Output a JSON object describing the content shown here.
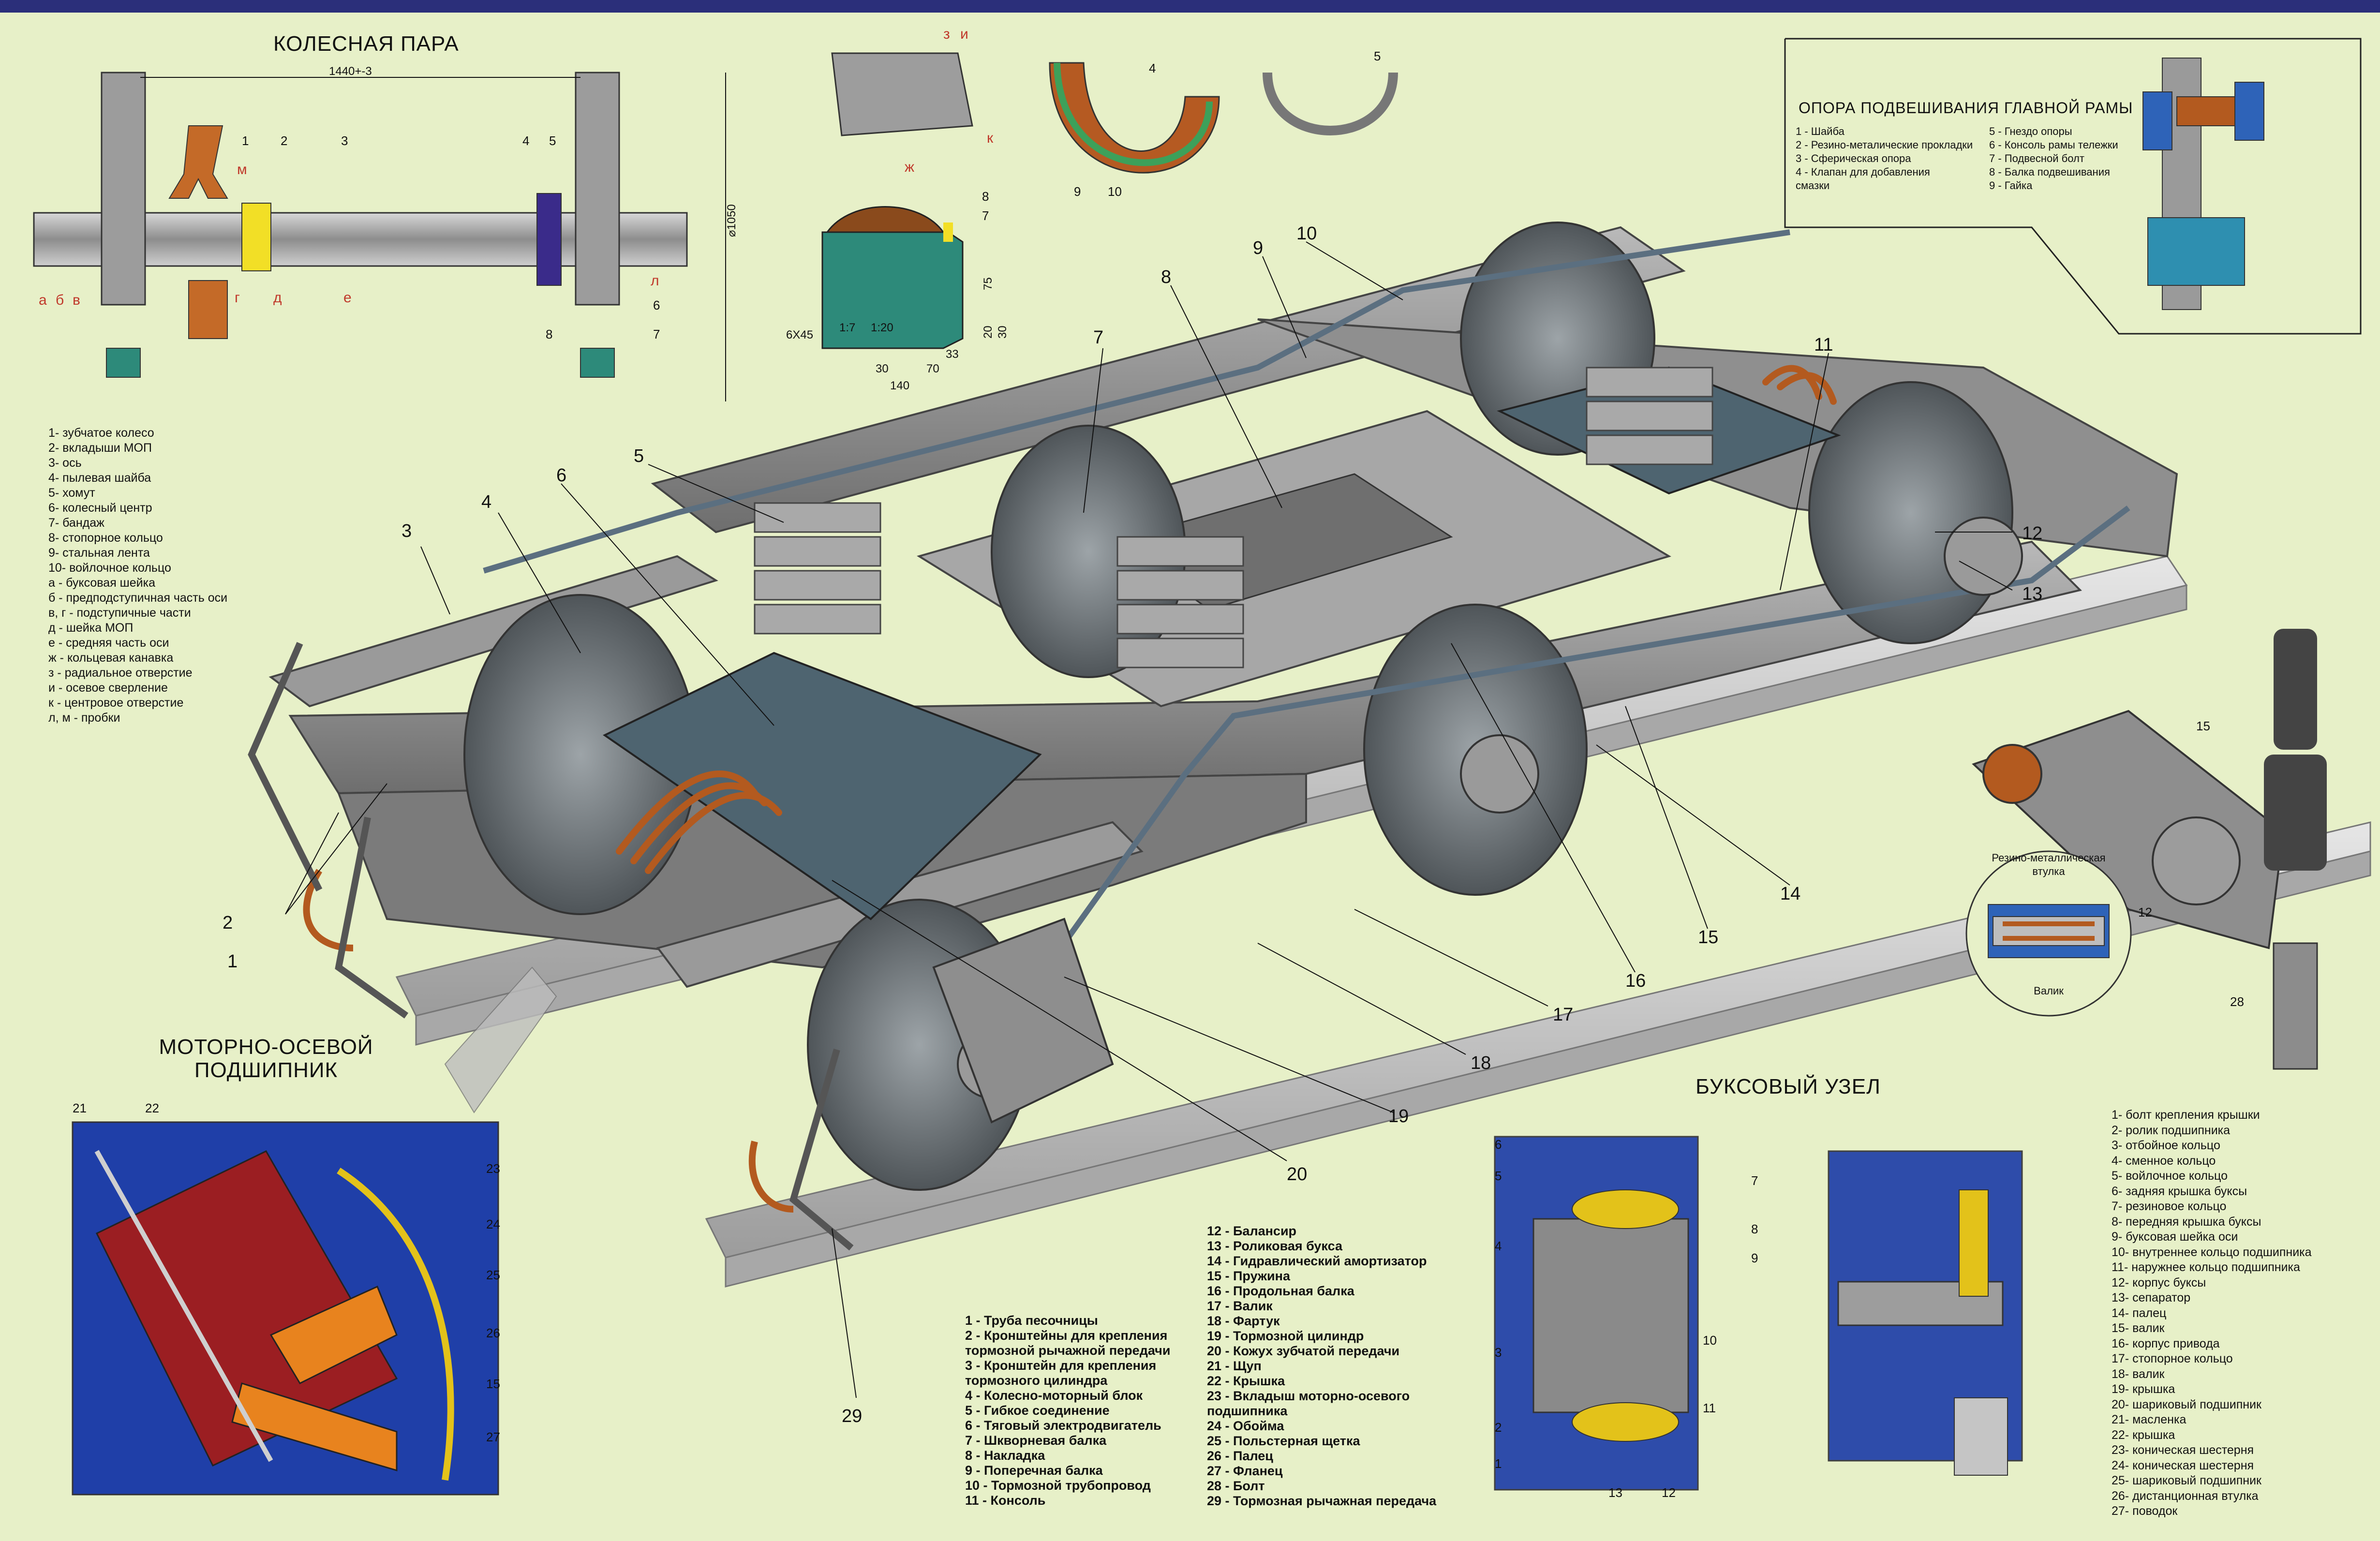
{
  "titles": {
    "wheelset": "КОЛЕСНАЯ ПАРА",
    "motor_bearing_line1": "МОТОРНО-ОСЕВОЙ",
    "motor_bearing_line2": "ПОДШИПНИК",
    "axle_box": "БУКСОВЫЙ УЗЕЛ",
    "suspension": "ОПОРА ПОДВЕШИВАНИЯ ГЛАВНОЙ РАМЫ"
  },
  "wheelset_legend": [
    "1- зубчатое колесо",
    "2- вкладыши МОП",
    "3- ось",
    "4- пылевая шайба",
    "5- хомут",
    "6- колесный центр",
    "7- бандаж",
    "8- стопорное кольцо",
    "9- стальная лента",
    "10- войлочное кольцо",
    " а - буксовая шейка",
    " б - предподступичная часть оси",
    " в, г - подступичные части",
    " д - шейка МОП",
    " е - средняя часть оси",
    " ж - кольцевая канавка",
    " з - радиальное отверстие",
    " и - осевое сверление",
    " к - центровое отверстие",
    " л, м - пробки"
  ],
  "main_legend_col1": [
    "1 - Труба песочницы",
    "2 - Кронштейны для крепления",
    "     тормозной рычажной передачи",
    "3 - Кронштейн для крепления",
    "     тормозного цилиндра",
    "4 - Колесно-моторный блок",
    "5 - Гибкое соединение",
    "6 - Тяговый электродвигатель",
    "7 - Шкворневая балка",
    "8 - Накладка",
    "9 - Поперечная балка",
    "10 - Тормозной трубопровод",
    "11 - Консоль"
  ],
  "main_legend_col2": [
    "12 - Балансир",
    "13 - Роликовая букса",
    "14 - Гидравлический амортизатор",
    "15 - Пружина",
    "16 - Продольная балка",
    "17 - Валик",
    "18 - Фартук",
    "19 - Тормозной цилиндр",
    "20 - Кожух зубчатой передачи",
    "21 - Щуп",
    "22 - Крышка",
    "23 - Вкладыш моторно-осевого",
    "       подшипника",
    "24 - Обойма",
    "25 - Польстерная щетка",
    "26 - Палец",
    "27 - Фланец",
    "28 - Болт",
    "29 - Тормозная рычажная передача"
  ],
  "axlebox_legend": [
    "1- болт крепления крышки",
    "2- ролик подшипника",
    "3- отбойное кольцо",
    "4- сменное кольцо",
    "5- войлочное кольцо",
    "6- задняя крышка буксы",
    "7- резиновое кольцо",
    "8- передняя крышка буксы",
    "9- буксовая шейка оси",
    "10- внутреннее кольцо подшипника",
    "11- наружнее кольцо подшипника",
    "12- корпус буксы",
    "13- сепаратор",
    "14- палец",
    "15- валик",
    "16- корпус привода",
    "17- стопорное кольцо",
    "18- валик",
    "19- крышка",
    "20- шариковый подшипник",
    "21- масленка",
    "22- крышка",
    "23- коническая шестерня",
    "24- коническая шестерня",
    "25- шариковый подшипник",
    "26- дистанционная втулка",
    "27- поводок"
  ],
  "suspension_legend_col1": [
    "1 - Шайба",
    "2 - Резино-металические прокладки",
    "3 - Сферическая опора",
    "4 - Клапан для добавления",
    "     смазки"
  ],
  "suspension_legend_col2": [
    "5 - Гнездо опоры",
    "6 - Консоль рамы тележки",
    "7 - Подвесной болт",
    "8 - Балка подвешивания",
    "9 - Гайка"
  ],
  "rubber_bushing": {
    "line1": "Резино-металлическая",
    "line2": "втулка",
    "pin": "Валик"
  },
  "dimensions": {
    "track": "1440+-3",
    "wheel_dia": "⌀1050",
    "chamfer": "6X45",
    "r17": "1:7",
    "r120": "1:20",
    "d30": "30",
    "d70": "70",
    "d140": "140",
    "d33": "33",
    "d75": "75",
    "d20": "20",
    "d30b": "30"
  },
  "wheel_letters": [
    "а",
    "б",
    "в",
    "г",
    "д",
    "е",
    "ж",
    "з",
    "и",
    "к",
    "л",
    "м"
  ],
  "callouts": {
    "c1": "1",
    "c2": "2",
    "c3": "3",
    "c4": "4",
    "c5": "5",
    "c6": "6",
    "c7": "7",
    "c8": "8",
    "c9": "9",
    "c10": "10",
    "c11": "11",
    "c12": "12",
    "c13": "13",
    "c14": "14",
    "c15": "15",
    "c16": "16",
    "c17": "17",
    "c18": "18",
    "c19": "19",
    "c20": "20",
    "c21": "21",
    "c22": "22",
    "c23": "23",
    "c24": "24",
    "c25": "25",
    "c26": "26",
    "c27": "27",
    "c28": "28",
    "c29": "29"
  },
  "colors": {
    "background": "#e7f0c8",
    "frame": "#8a8a8a",
    "motor": "#4e6470",
    "copper": "#b35a1f",
    "rail": "#c9c9c9",
    "bearing_red": "#9b1e22",
    "bearing_blue": "#1f3fa8",
    "accent_yellow": "#e3c21a"
  }
}
